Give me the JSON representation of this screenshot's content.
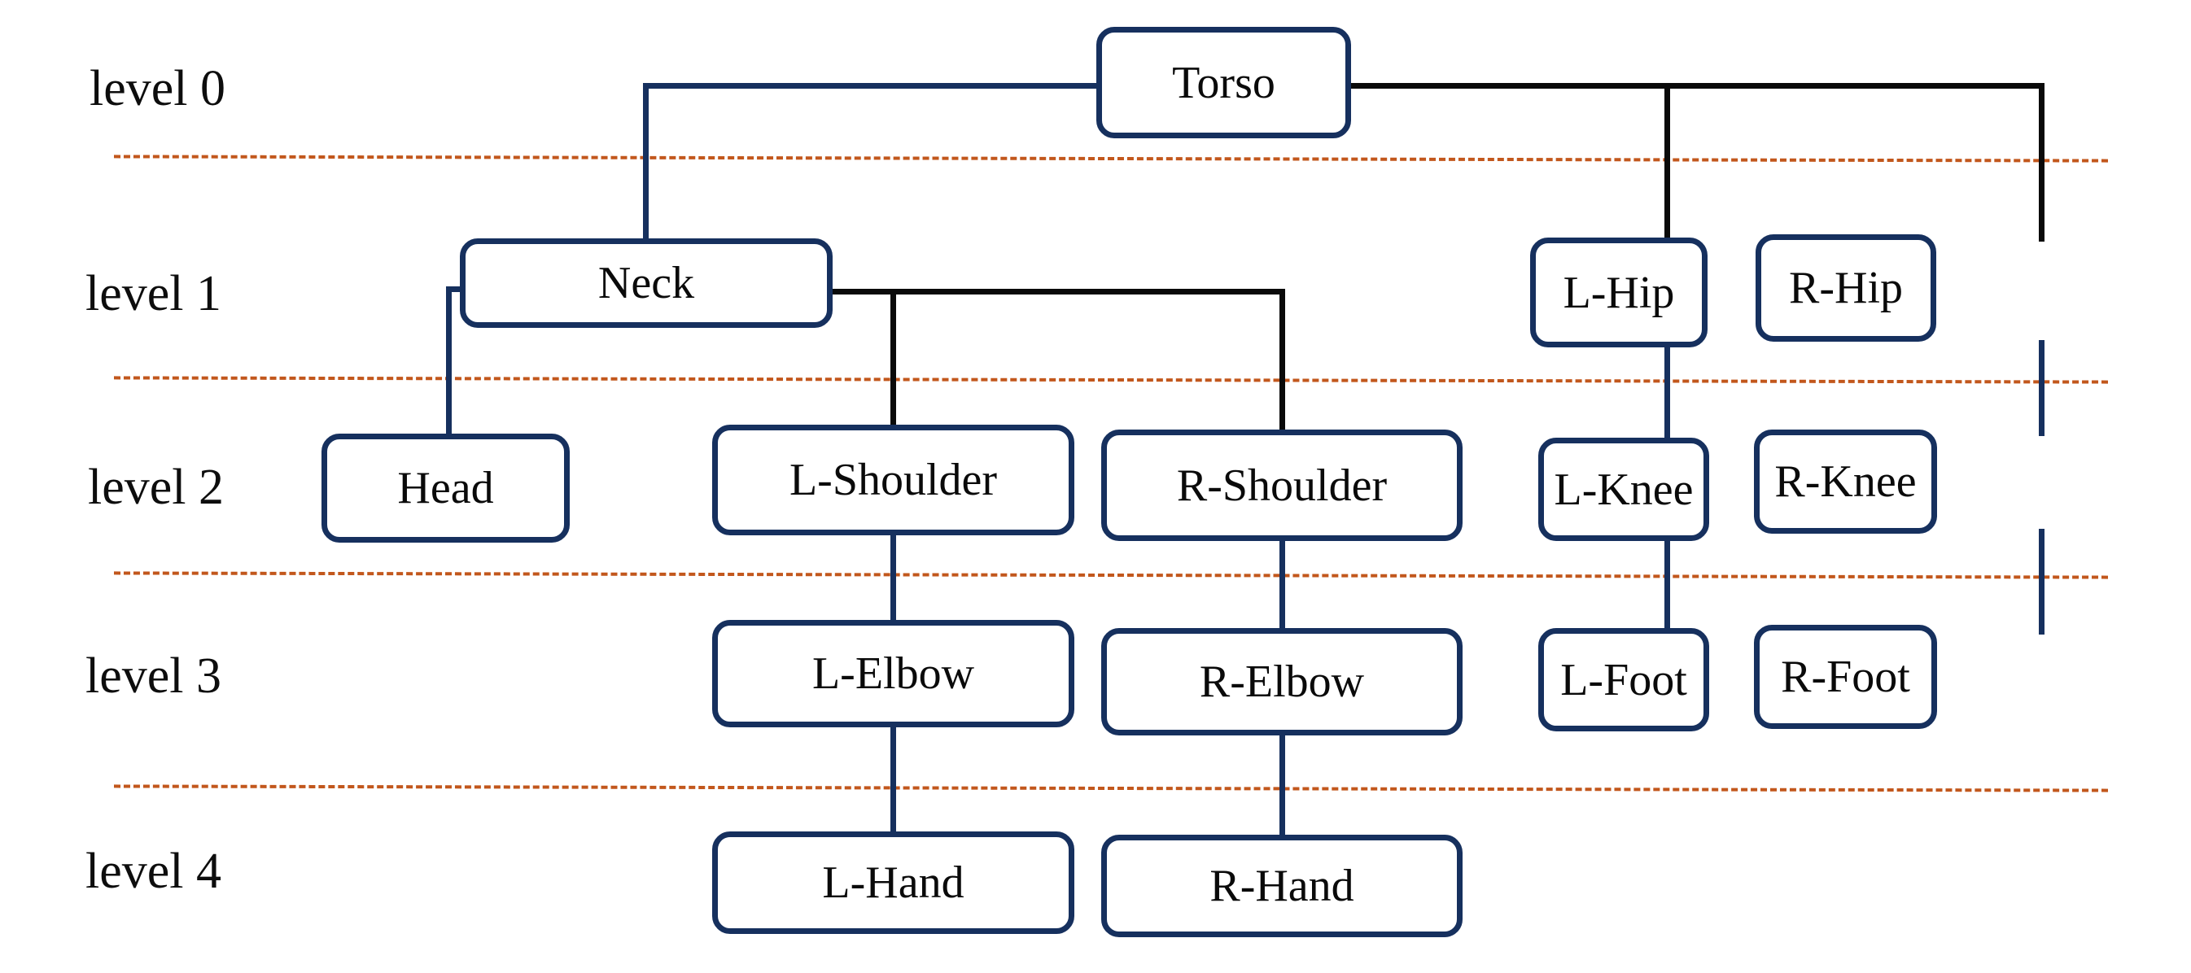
{
  "diagram": {
    "title": "Human body part hierarchy tree",
    "colors": {
      "node_border": "#16305e",
      "node_fill": "#ffffff",
      "label_text": "#0d0d0d",
      "divider": "#c2571c",
      "edge_navy": "#16305e",
      "edge_black": "#0a0a0a"
    },
    "levels": [
      {
        "label": "level 0"
      },
      {
        "label": "level 1"
      },
      {
        "label": "level 2"
      },
      {
        "label": "level 3"
      },
      {
        "label": "level 4"
      }
    ],
    "nodes": {
      "torso": {
        "label": "Torso",
        "level": 0
      },
      "neck": {
        "label": "Neck",
        "level": 1
      },
      "l_hip": {
        "label": "L-Hip",
        "level": 1
      },
      "r_hip": {
        "label": "R-Hip",
        "level": 1
      },
      "head": {
        "label": "Head",
        "level": 2
      },
      "l_shoulder": {
        "label": "L-Shoulder",
        "level": 2
      },
      "r_shoulder": {
        "label": "R-Shoulder",
        "level": 2
      },
      "l_knee": {
        "label": "L-Knee",
        "level": 2
      },
      "r_knee": {
        "label": "R-Knee",
        "level": 2
      },
      "l_elbow": {
        "label": "L-Elbow",
        "level": 3
      },
      "r_elbow": {
        "label": "R-Elbow",
        "level": 3
      },
      "l_foot": {
        "label": "L-Foot",
        "level": 3
      },
      "r_foot": {
        "label": "R-Foot",
        "level": 3
      },
      "l_hand": {
        "label": "L-Hand",
        "level": 4
      },
      "r_hand": {
        "label": "R-Hand",
        "level": 4
      }
    },
    "edges": [
      {
        "from": "torso",
        "to": "neck",
        "color": "navy"
      },
      {
        "from": "torso",
        "to": "l_hip",
        "color": "black"
      },
      {
        "from": "torso",
        "to": "r_hip",
        "color": "black"
      },
      {
        "from": "neck",
        "to": "head",
        "color": "navy"
      },
      {
        "from": "neck",
        "to": "l_shoulder",
        "color": "black"
      },
      {
        "from": "neck",
        "to": "r_shoulder",
        "color": "black"
      },
      {
        "from": "l_shoulder",
        "to": "l_elbow",
        "color": "navy"
      },
      {
        "from": "r_shoulder",
        "to": "r_elbow",
        "color": "navy"
      },
      {
        "from": "l_elbow",
        "to": "l_hand",
        "color": "navy"
      },
      {
        "from": "r_elbow",
        "to": "r_hand",
        "color": "navy"
      },
      {
        "from": "l_hip",
        "to": "l_knee",
        "color": "navy"
      },
      {
        "from": "r_hip",
        "to": "r_knee",
        "color": "navy"
      },
      {
        "from": "l_knee",
        "to": "l_foot",
        "color": "navy"
      },
      {
        "from": "r_knee",
        "to": "r_foot",
        "color": "navy"
      }
    ]
  }
}
